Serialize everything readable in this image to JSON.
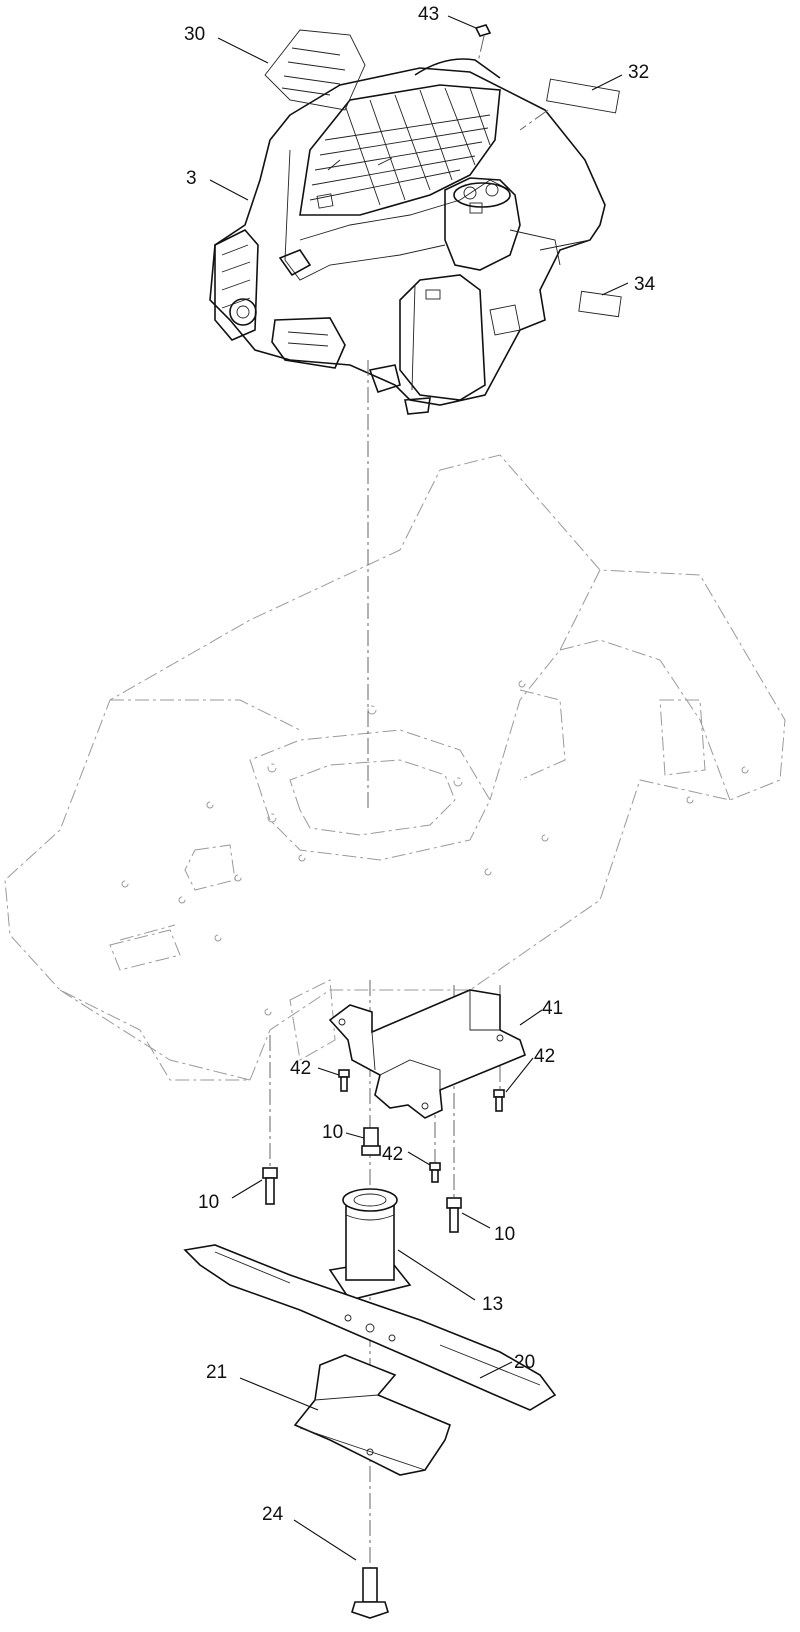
{
  "callouts": {
    "c30": "30",
    "c43": "43",
    "c32": "32",
    "c3": "3",
    "c34": "34",
    "c41": "41",
    "c42a": "42",
    "c42b": "42",
    "c42c": "42",
    "c10a": "10",
    "c10b": "10",
    "c10c": "10",
    "c13": "13",
    "c20": "20",
    "c21": "21",
    "c24": "24"
  },
  "colors": {
    "ink": "#111111",
    "phantom": "#9a9a9a",
    "background": "#ffffff"
  }
}
